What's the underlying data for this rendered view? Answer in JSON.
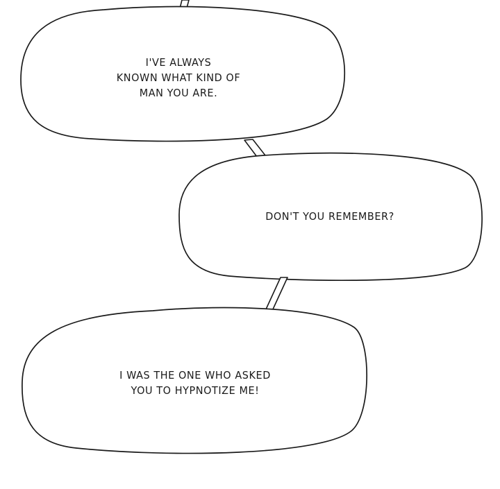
{
  "bubbles": [
    {
      "lines": [
        "I'VE ALWAYS",
        "KNOWN WHAT KIND OF",
        "MAN YOU ARE."
      ]
    },
    {
      "lines": [
        "DON'T YOU REMEMBER?"
      ]
    },
    {
      "lines": [
        "I WAS THE ONE WHO ASKED",
        "YOU TO HYPNOTIZE ME!"
      ]
    }
  ],
  "colors": {
    "background": "#ffffff",
    "outline": "#1a1a1a",
    "fill": "#ffffff"
  }
}
